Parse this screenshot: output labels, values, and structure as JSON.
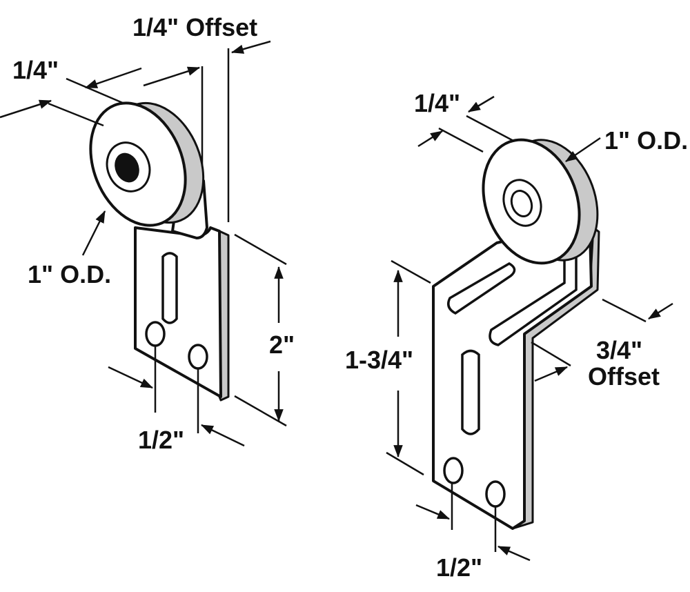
{
  "colors": {
    "ink": "#111111",
    "paper": "#ffffff",
    "shade": "#c9c9c9"
  },
  "left_part": {
    "offset_label": "1/4\" Offset",
    "width_label": "1/4\"",
    "od_label": "1\" O.D.",
    "height_label": "2\"",
    "hole_spacing_label": "1/2\""
  },
  "right_part": {
    "width_label": "1/4\"",
    "od_label": "1\" O.D.",
    "height_label": "1-3/4\"",
    "offset_label_line1": "3/4\"",
    "offset_label_line2": "Offset",
    "hole_spacing_label": "1/2\""
  }
}
